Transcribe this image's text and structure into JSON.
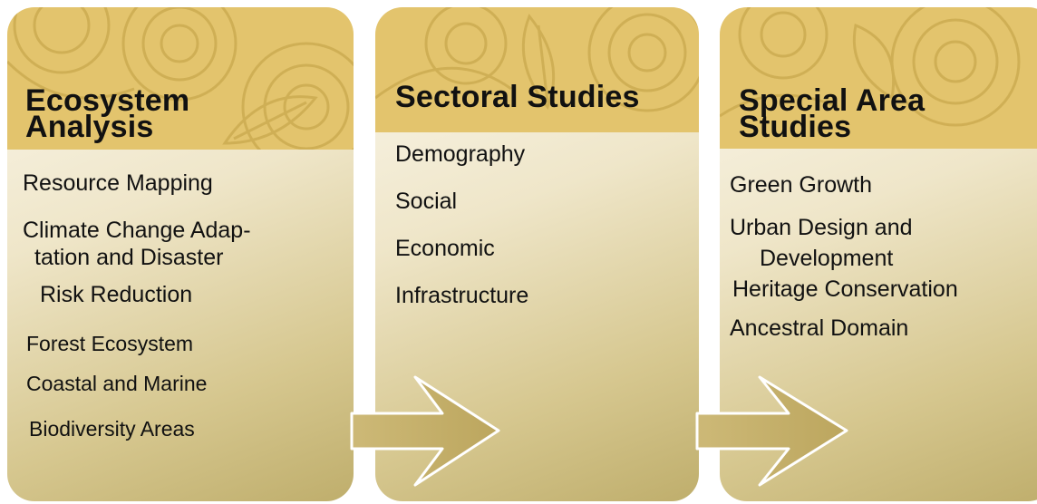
{
  "panels": [
    {
      "title_line1": "Ecosystem",
      "title_line2": "Analysis",
      "items": [
        {
          "l1": "Resource Mapping"
        },
        {
          "l1": "Climate Change Adap-",
          "l2": "tation and Disaster",
          "l3": "Risk Reduction"
        },
        {
          "l1": "Forest Ecosystem"
        },
        {
          "l1": "Coastal and Marine"
        },
        {
          "l1": "Biodiversity Areas"
        }
      ]
    },
    {
      "title_line1": "Sectoral Studies",
      "items": [
        {
          "l1": "Demography"
        },
        {
          "l1": "Social"
        },
        {
          "l1": "Economic"
        },
        {
          "l1": "Infrastructure"
        }
      ]
    },
    {
      "title_line1": "Special Area",
      "title_line2": "Studies",
      "items": [
        {
          "l1": "Green Growth"
        },
        {
          "l1": "Urban Design and",
          "l2": "Development"
        },
        {
          "l1": "Heritage Conservation"
        },
        {
          "l1": "Ancestral Domain"
        }
      ]
    }
  ],
  "colors": {
    "header_gold": "#e3c46d",
    "arrow_gold": "#c8b46e"
  }
}
